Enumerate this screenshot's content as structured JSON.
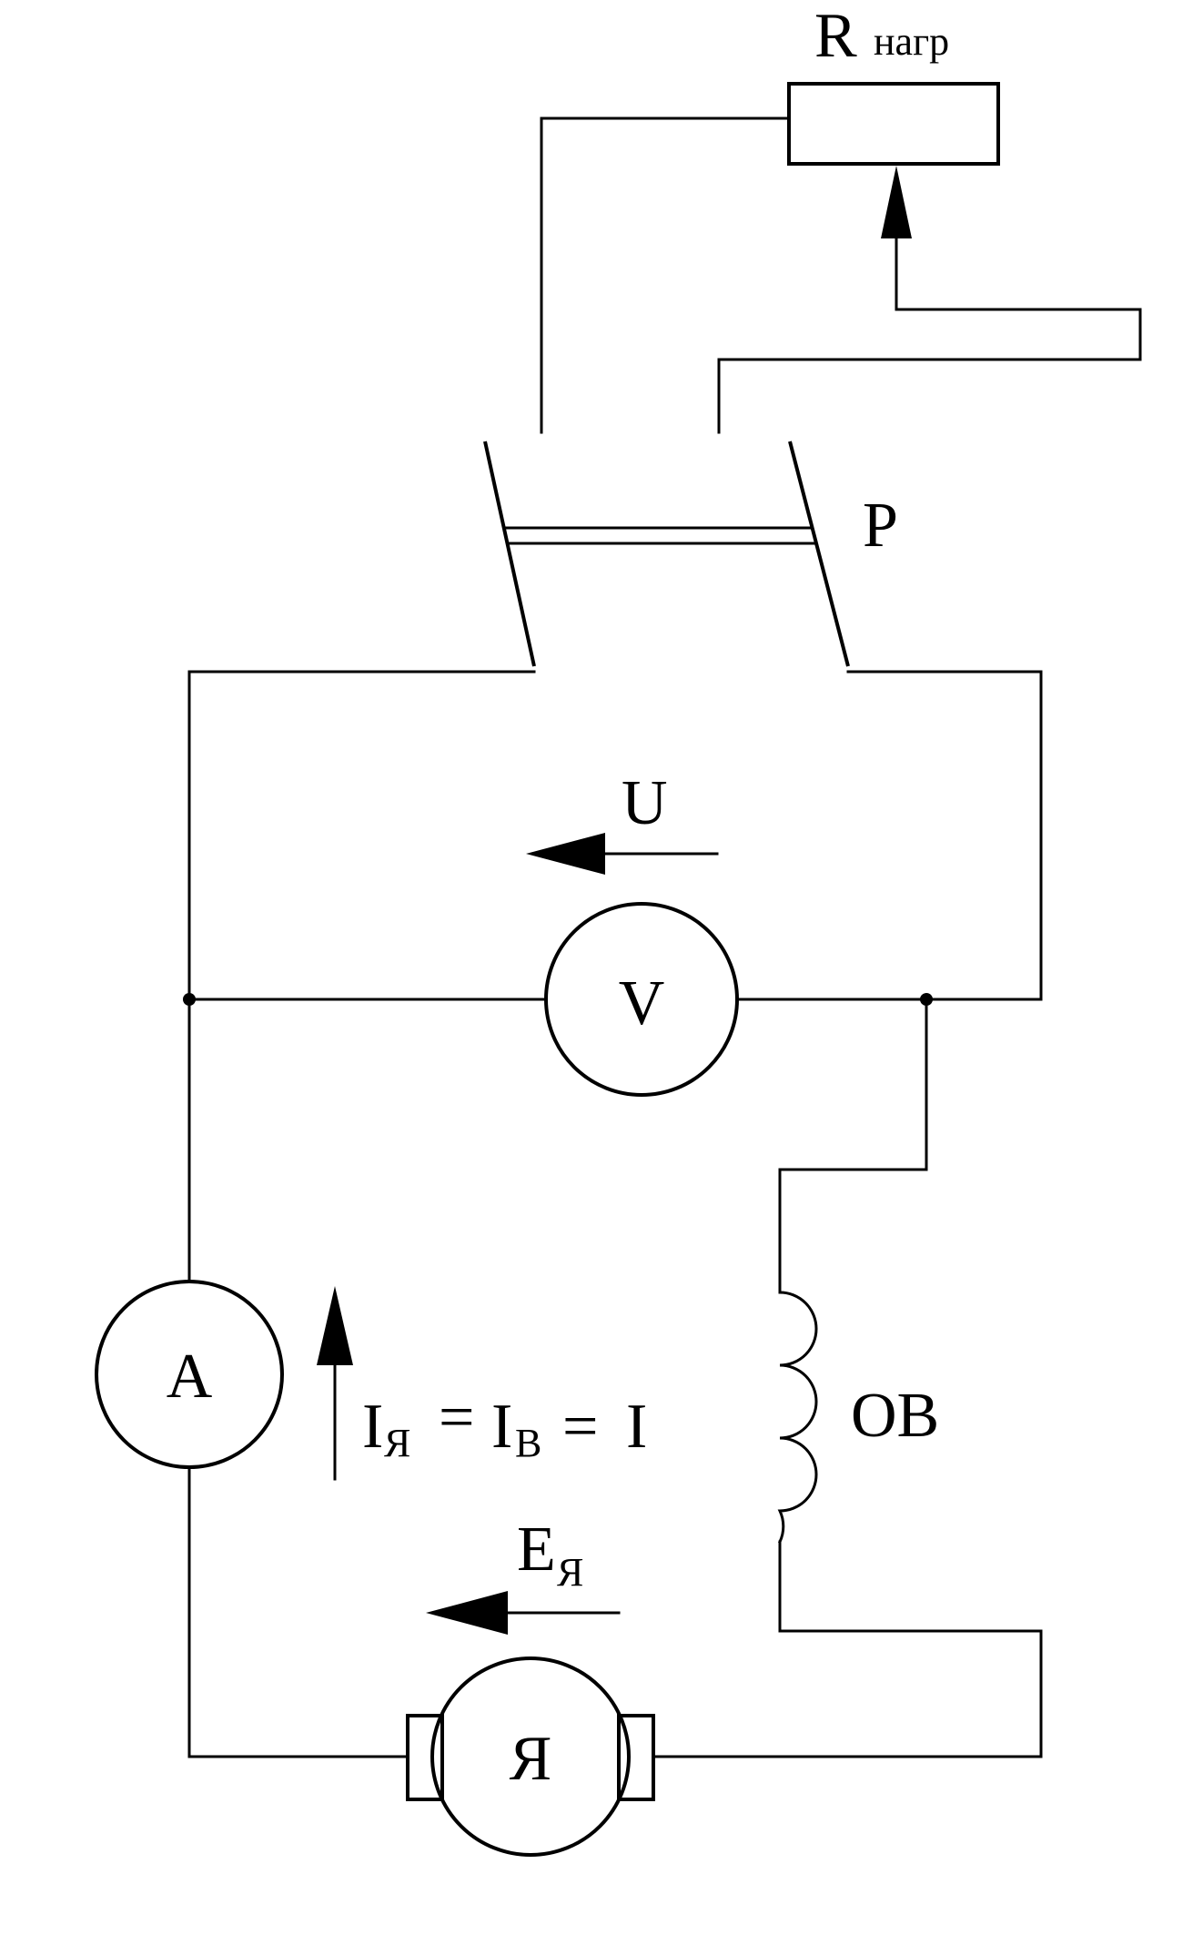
{
  "labels": {
    "r_main": "R",
    "r_sub": "нагр",
    "switch": "P",
    "voltage": "U",
    "voltmeter": "V",
    "ammeter": "A",
    "current_I1": "I",
    "current_sub1": "Я",
    "eq1": "=",
    "current_I2": "I",
    "current_sub2": "B",
    "eq2": "=",
    "current_I": "I",
    "coil": "OB",
    "emf_main": "E",
    "emf_sub": "Я",
    "armature": "Я"
  },
  "colors": {
    "stroke": "#000000",
    "background": "#ffffff"
  }
}
